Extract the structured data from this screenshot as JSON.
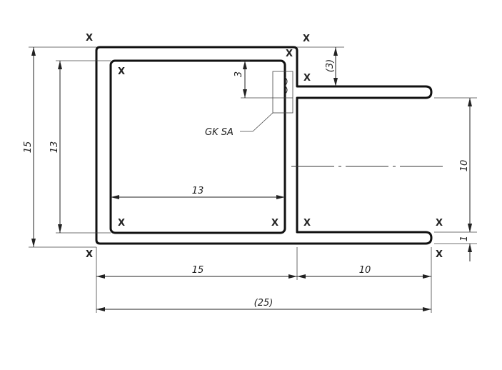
{
  "dimensions": {
    "outer_height": "15",
    "inner_height": "13",
    "inner_width": "13",
    "wall_offset": "3",
    "ref_three": "(3)",
    "flange_spacing": "10",
    "lip": "1",
    "bottom_left": "15",
    "bottom_right": "10",
    "overall": "(25)"
  },
  "weld_label": "GK SA",
  "corner_mark": "X"
}
